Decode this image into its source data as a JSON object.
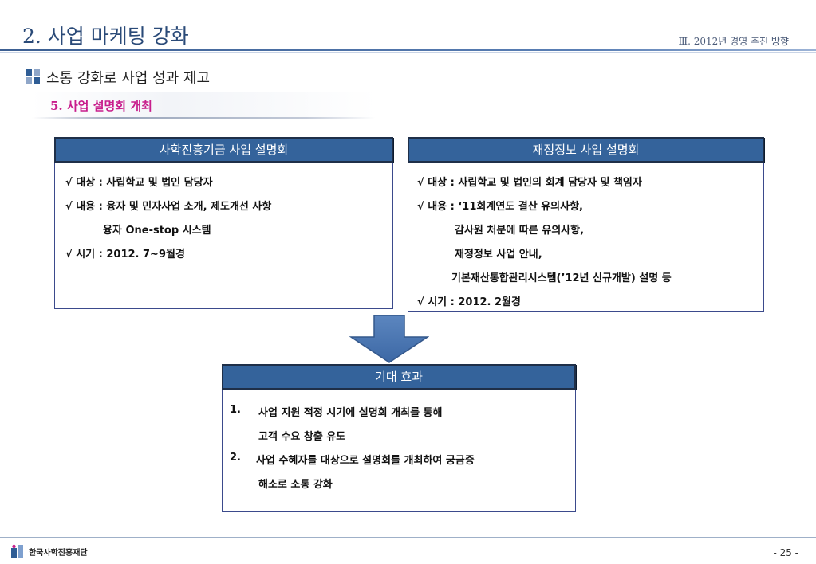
{
  "header": {
    "title": "2. 사업 마케팅 강화",
    "subtitle": "Ⅲ. 2012년 경영 추진 방향"
  },
  "section": {
    "heading": "소통 강화로 사업 성과 제고",
    "subheading": "5. 사업 설명회 개최"
  },
  "left_box": {
    "title": "사학진흥기금 사업 설명회",
    "lines": [
      "√ 대상 : 사립학교 및 법인 담당자",
      "√ 내용 : 융자 및 민자사업 소개, 제도개선 사항",
      "융자 One-stop 시스템",
      "√ 시기 : 2012. 7~9월경"
    ]
  },
  "right_box": {
    "title": "재정정보 사업 설명회",
    "lines": [
      "√ 대상 : 사립학교 및 법인의 회계 담당자 및 책임자",
      "√ 내용 : ‘11회계연도 결산 유의사항,",
      "감사원 처분에 따른 유의사항,",
      "재정정보 사업 안내,",
      "기본재산통합관리시스템(’12년 신규개발) 설명 등",
      "√ 시기 : 2012. 2월경"
    ]
  },
  "effect_box": {
    "title": "기대 효과",
    "items": [
      {
        "num": "1.",
        "line1": "사업 지원 적정 시기에 설명회 개최를 통해",
        "line2": "고객 수요 창출 유도"
      },
      {
        "num": "2.",
        "line1": "사업 수혜자를 대상으로 설명회를 개최하여 궁금증",
        "line2": "해소로 소통 강화"
      }
    ]
  },
  "footer": {
    "org_name": "한국사학진흥재단",
    "page_number": "- 25 -"
  },
  "colors": {
    "header_blue": "#34639b",
    "title_blue": "#2a4a78",
    "accent_magenta": "#c81e8c"
  }
}
